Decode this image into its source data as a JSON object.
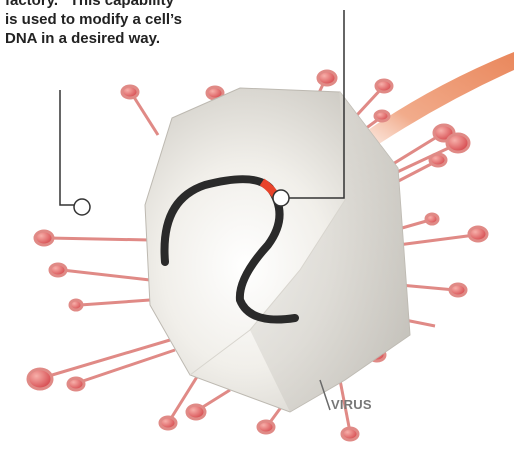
{
  "caption": {
    "lines": [
      "factory.” This capability",
      "is used to modify a cell’s",
      "DNA in a desired way."
    ]
  },
  "labels": {
    "virus": "VIRUS"
  },
  "colors": {
    "spike": "#e07b7b",
    "dna": "#2a2a2a",
    "dna_highlight": "#e8432a",
    "leader_line": "#333333"
  }
}
